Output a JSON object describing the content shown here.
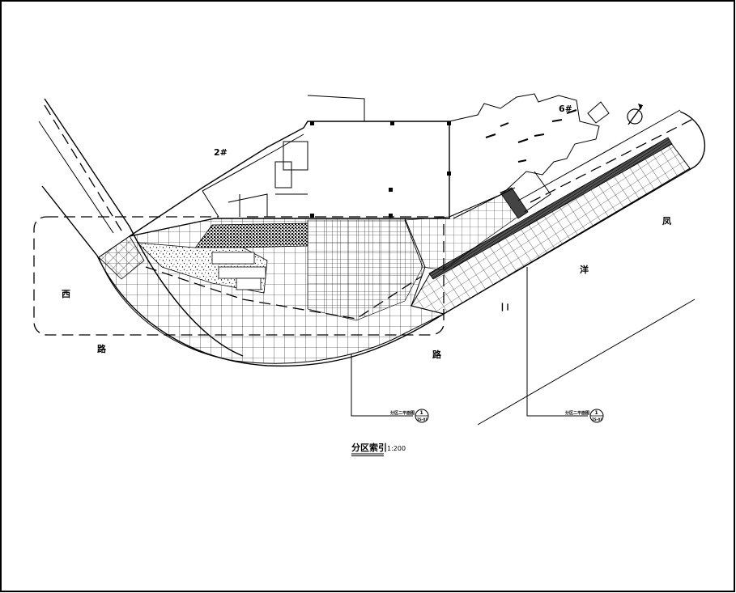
{
  "drawing": {
    "title": "分区索引",
    "scale": "1:200",
    "building_labels": {
      "b2": "2#",
      "b6": "6#"
    },
    "road_labels": {
      "west_1": "西",
      "west_2": "路",
      "west_3": "路",
      "east_1": "凤",
      "east_2": "洋",
      "east_3": "二"
    },
    "callouts": [
      {
        "text": "分区二平面图",
        "number": "1",
        "sheet": "ZS-01"
      },
      {
        "text": "分区二平面图",
        "number": "1",
        "sheet": "ZS-01"
      }
    ]
  },
  "colors": {
    "line": "#000000",
    "background": "#ffffff"
  }
}
